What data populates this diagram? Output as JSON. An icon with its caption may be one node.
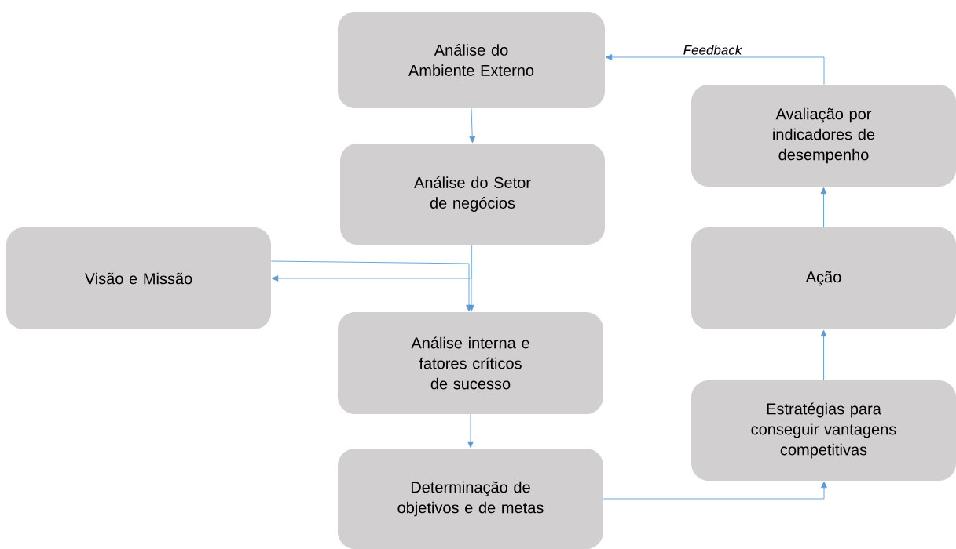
{
  "diagram": {
    "nodes": [
      {
        "text": [
          "Análise do Ambiente Externo"
        ]
      },
      {
        "text": [
          "Análise do Setor de negócios"
        ]
      },
      {
        "text": [
          "Visão e Missão"
        ]
      },
      {
        "text": [
          "Análise interna e fatores críticos de sucesso"
        ]
      },
      {
        "text": [
          "Determinação de objetivos e de metas"
        ]
      },
      {
        "text": [
          "Estratégias para conseguir vantagens competitivas"
        ]
      },
      {
        "text": [
          "Ação"
        ]
      },
      {
        "text": [
          "Avaliação por indicadores de desempenho"
        ]
      }
    ],
    "edges": [
      {
        "from": 0,
        "to": 1,
        "arrow": "to"
      },
      {
        "from": 1,
        "to": 3,
        "arrow": "to"
      },
      {
        "from": 2,
        "to": 3,
        "arrow": "to"
      },
      {
        "from": 1,
        "to": 2,
        "arrow": "to"
      },
      {
        "from": 3,
        "to": 4,
        "arrow": "to"
      },
      {
        "from": 4,
        "to": 5,
        "arrow": "to"
      },
      {
        "from": 5,
        "to": 6,
        "arrow": "to"
      },
      {
        "from": 6,
        "to": 7,
        "arrow": "to"
      },
      {
        "from": 7,
        "to": 0,
        "arrow": "to",
        "label": "Feedback"
      }
    ]
  }
}
